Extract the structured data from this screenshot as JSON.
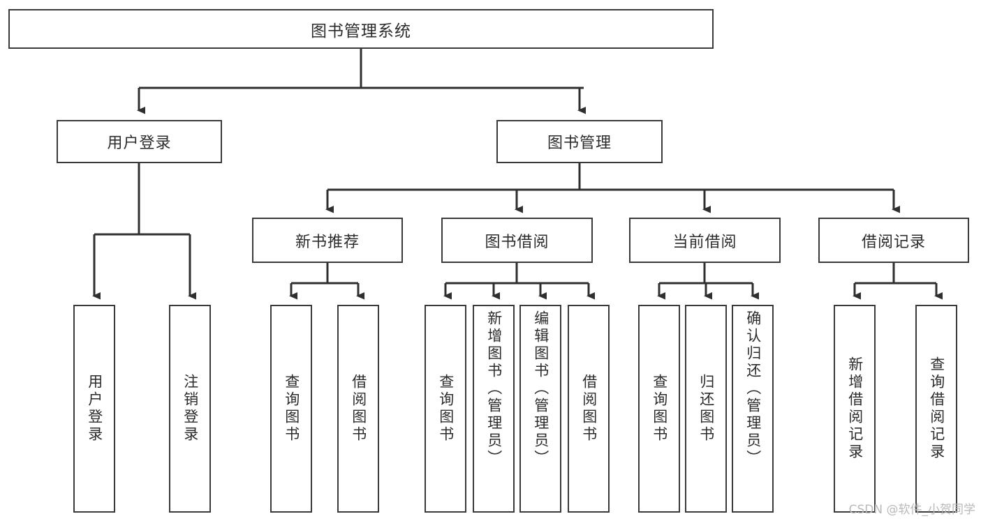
{
  "diagram": {
    "title": "图书管理系统",
    "watermark": "CSDN @软件_小贺同学",
    "colors": {
      "background": "#ffffff",
      "box_border": "#3a3a3a",
      "box_fill": "#ffffff",
      "connector": "#2f2f2f",
      "text": "#2b2b2b",
      "watermark": "#b9b9b9"
    },
    "root": {
      "label": "图书管理系统"
    },
    "level2": [
      {
        "label": "用户登录"
      },
      {
        "label": "图书管理"
      }
    ],
    "level3": [
      {
        "label": "新书推荐"
      },
      {
        "label": "图书借阅"
      },
      {
        "label": "当前借阅"
      },
      {
        "label": "借阅记录"
      }
    ],
    "leaves": [
      {
        "label": "用户登录"
      },
      {
        "label": "注销登录"
      },
      {
        "label": "查询图书"
      },
      {
        "label": "借阅图书"
      },
      {
        "label": "查询图书"
      },
      {
        "label": "新增图书（管理员）"
      },
      {
        "label": "编辑图书（管理员）"
      },
      {
        "label": "借阅图书"
      },
      {
        "label": "查询图书"
      },
      {
        "label": "归还图书"
      },
      {
        "label": "确认归还（管理员）"
      },
      {
        "label": "新增借阅记录"
      },
      {
        "label": "查询借阅记录"
      }
    ]
  }
}
